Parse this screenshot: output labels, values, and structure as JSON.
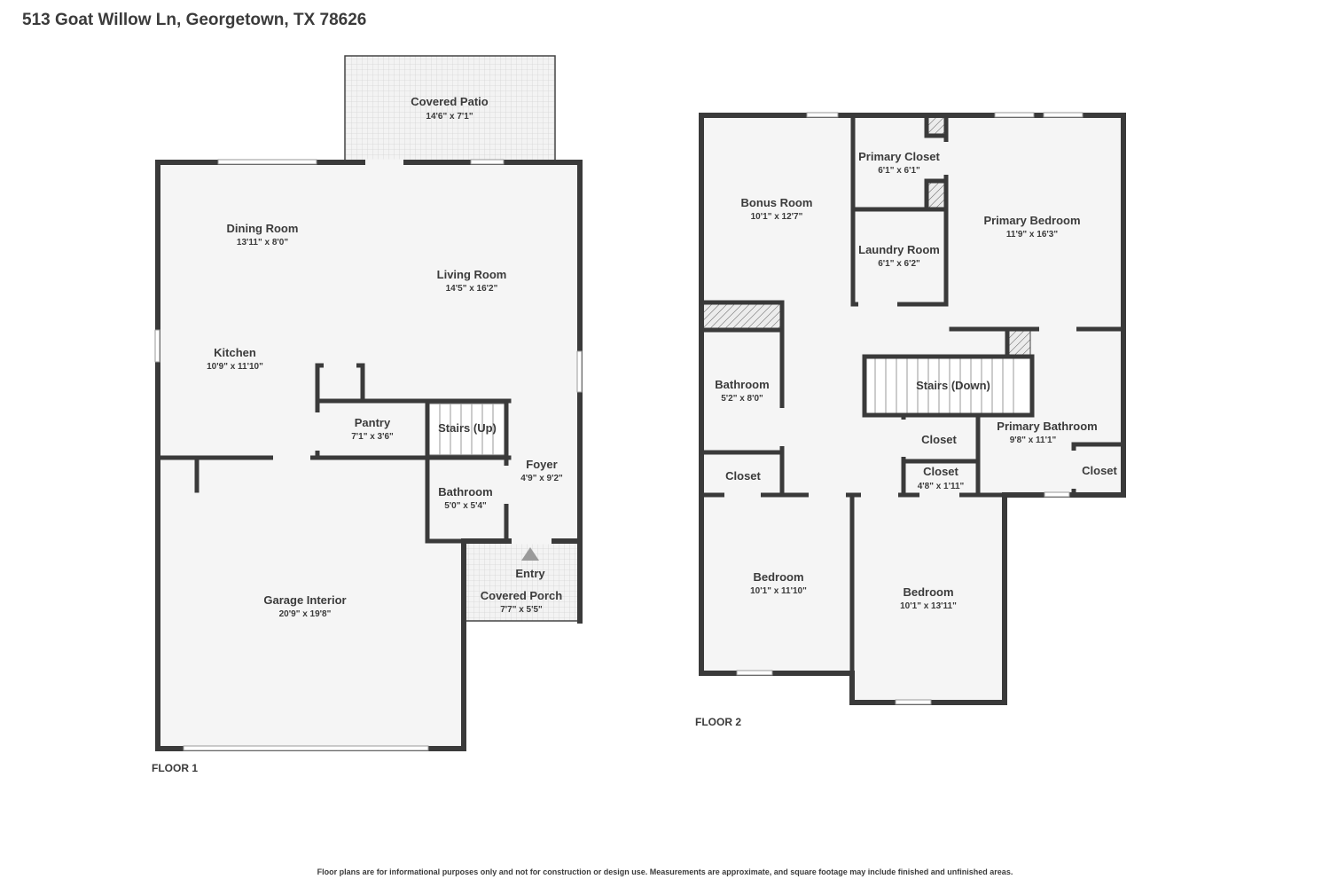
{
  "address": "513 Goat Willow Ln, Georgetown, TX 78626",
  "floor1": {
    "label": "FLOOR 1",
    "rooms": {
      "covered_patio": {
        "name": "Covered Patio",
        "dim": "14'6\" x 7'1\""
      },
      "dining_room": {
        "name": "Dining Room",
        "dim": "13'11\" x 8'0\""
      },
      "living_room": {
        "name": "Living Room",
        "dim": "14'5\" x 16'2\""
      },
      "kitchen": {
        "name": "Kitchen",
        "dim": "10'9\" x 11'10\""
      },
      "pantry": {
        "name": "Pantry",
        "dim": "7'1\" x 3'6\""
      },
      "stairs_up": {
        "name": "Stairs (Up)"
      },
      "foyer": {
        "name": "Foyer",
        "dim": "4'9\" x 9'2\""
      },
      "bathroom": {
        "name": "Bathroom",
        "dim": "5'0\" x 5'4\""
      },
      "entry": {
        "name": "Entry"
      },
      "covered_porch": {
        "name": "Covered Porch",
        "dim": "7'7\" x 5'5\""
      },
      "garage": {
        "name": "Garage Interior",
        "dim": "20'9\" x 19'8\""
      }
    }
  },
  "floor2": {
    "label": "FLOOR 2",
    "rooms": {
      "bonus_room": {
        "name": "Bonus Room",
        "dim": "10'1\" x 12'7\""
      },
      "primary_closet": {
        "name": "Primary Closet",
        "dim": "6'1\" x 6'1\""
      },
      "primary_bedroom": {
        "name": "Primary Bedroom",
        "dim": "11'9\" x 16'3\""
      },
      "laundry_room": {
        "name": "Laundry Room",
        "dim": "6'1\" x 6'2\""
      },
      "bathroom": {
        "name": "Bathroom",
        "dim": "5'2\" x 8'0\""
      },
      "stairs_down": {
        "name": "Stairs (Down)"
      },
      "closet_a": {
        "name": "Closet"
      },
      "primary_bathroom": {
        "name": "Primary Bathroom",
        "dim": "9'8\" x 11'1\""
      },
      "closet_b": {
        "name": "Closet",
        "dim": "4'8\" x 1'11\""
      },
      "closet_c": {
        "name": "Closet"
      },
      "closet_d": {
        "name": "Closet"
      },
      "bedroom_1": {
        "name": "Bedroom",
        "dim": "10'1\" x 11'10\""
      },
      "bedroom_2": {
        "name": "Bedroom",
        "dim": "10'1\" x 13'11\""
      }
    }
  },
  "disclaimer": "Floor plans are for informational purposes only and not for construction or design use. Measurements are approximate, and square footage may include finished and unfinished areas."
}
